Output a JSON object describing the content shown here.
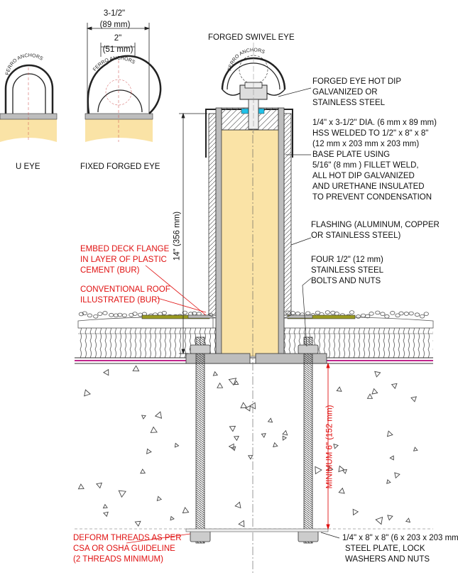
{
  "labels": {
    "dim_width": "3-1/2\"",
    "dim_width_mm": "(89 mm)",
    "dim_inner": "2\"",
    "dim_inner_mm": "(51 mm)",
    "swivel_title": "FORGED SWIVEL EYE",
    "u_eye": "U EYE",
    "fixed_eye": "FIXED FORGED EYE",
    "brand": "FERRO ANCHORS",
    "eye_note": [
      "FORGED EYE HOT DIP",
      "GALVANIZED OR",
      "STAINLESS STEEL"
    ],
    "hss_note": [
      "1/4\" x 3-1/2\" DIA. (6 mm x 89 mm)",
      "HSS WELDED TO 1/2\" x 8\" x 8\"",
      "(12 mm x 203 mm x 203 mm)",
      "BASE PLATE USING",
      "5/16\" (8 mm ) FILLET WELD,",
      "ALL HOT DIP GALVANIZED",
      "AND URETHANE INSULATED",
      "TO PREVENT CONDENSATION"
    ],
    "flashing_note": [
      "FLASHING (ALUMINUM, COPPER",
      "OR STAINLESS STEEL)"
    ],
    "bolts_note": [
      "FOUR 1/2\" (12 mm)",
      "STAINLESS STEEL",
      "BOLTS AND NUTS"
    ],
    "embed_note": [
      "EMBED DECK FLANGE",
      "IN LAYER OF PLASTIC",
      "CEMENT (BUR)"
    ],
    "roof_note": [
      "CONVENTIONAL ROOF",
      "ILLUSTRATED (BUR)"
    ],
    "height_dim": "14\" (356 mm)",
    "min_dim": "MINIMUM 6\" (152 mm)",
    "plate_note": [
      "1/4\" x 8\" x 8\" (6 x 203 x 203 mm",
      "STEEL PLATE, LOCK",
      "WASHERS AND NUTS"
    ],
    "thread_note": [
      "DEFORM THREADS AS PER",
      "CSA OR OSHA GUIDELINE",
      "(2 THREADS MINIMUM)"
    ]
  },
  "colors": {
    "insulation": "#fae3a6",
    "steel": "#bdbdbd",
    "red_text": "#e01010",
    "membrane": "#c0268c",
    "embed": "#9a9a20"
  }
}
